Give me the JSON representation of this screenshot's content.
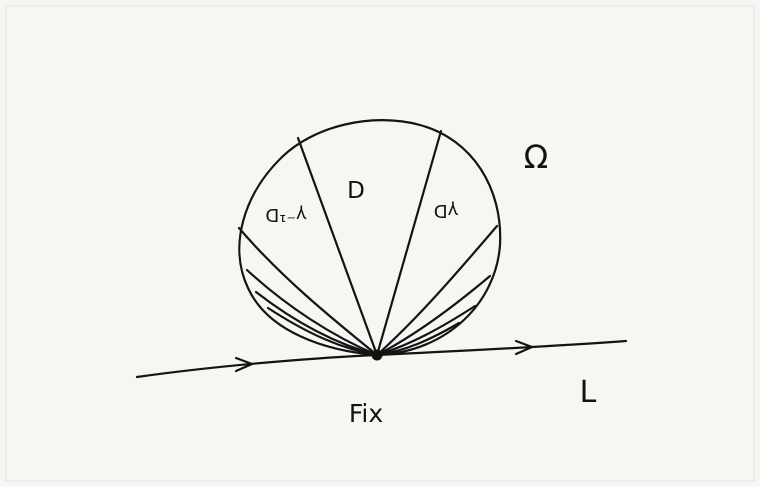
{
  "diagram": {
    "labels": {
      "domain": "D",
      "image_domain": "γD",
      "inverse_image_domain": "γ⁻¹D",
      "region": "Ω",
      "line": "L",
      "fixed_point": "Fix"
    },
    "colors": {
      "paper": "#f7f6f2",
      "ink": "#141414"
    }
  }
}
